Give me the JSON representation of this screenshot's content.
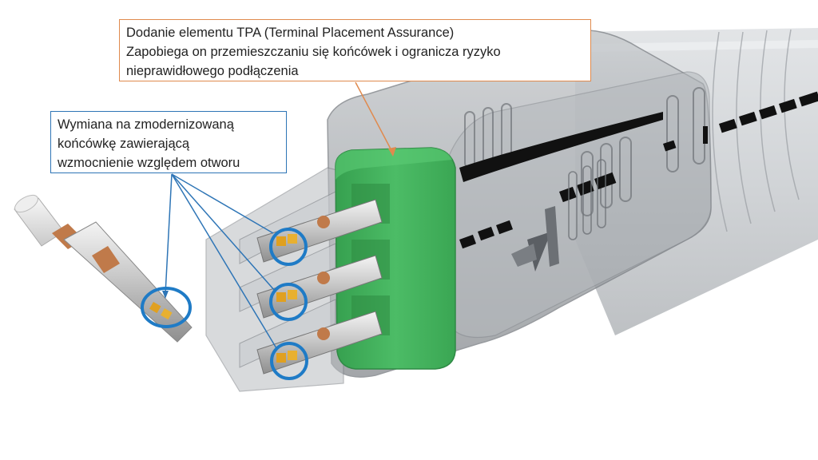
{
  "callouts": {
    "tpa": {
      "lines": [
        "Dodanie elementu TPA (Terminal Placement Assurance)",
        "Zapobiega on przemieszczaniu się końcówek i ogranicza ryzyko",
        "nieprawidłowego podłączenia"
      ],
      "border_color": "#e08a4e"
    },
    "terminal": {
      "lines": [
        "Wymiana na zmodernizowaną",
        "końcówkę zawierającą",
        "wzmocnienie względem otworu"
      ],
      "border_color": "#2e75b6"
    }
  },
  "colors": {
    "tpa_green": "#3fae5a",
    "highlight_blue": "#1f7bc6",
    "housing_gray": "#9a9ea3",
    "reinforcement_orange": "#e0a020",
    "copper": "#c07a4a"
  },
  "illustration": {
    "subject": "connector-housing-with-tpa",
    "highlighted_terminals": 4
  }
}
